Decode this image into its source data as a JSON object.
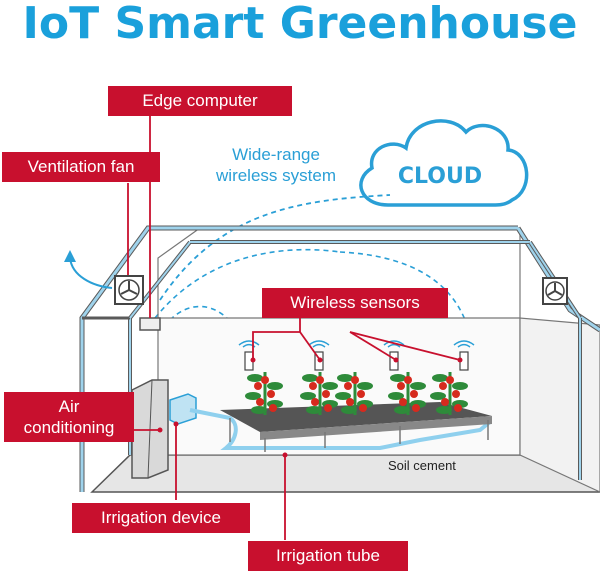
{
  "title": "IoT Smart Greenhouse",
  "colors": {
    "title": "#1aa0db",
    "label_bg": "#c8102e",
    "wireless": "#2a9fd6",
    "frame": "#5a5a5a",
    "frame_glass": "#9fd3ec",
    "plant_leaf": "#2e8b3a",
    "tomato": "#d62a1e"
  },
  "labels": {
    "edge_computer": "Edge computer",
    "ventilation_fan": "Ventilation fan",
    "wireless_sensors": "Wireless sensors",
    "air_conditioning_line1": "Air",
    "air_conditioning_line2": "conditioning",
    "irrigation_device": "Irrigation device",
    "irrigation_tube": "Irrigation tube"
  },
  "wireless_system": {
    "line1": "Wide-range",
    "line2": "wireless system"
  },
  "cloud": {
    "label": "CLOUD"
  },
  "soil_cement": "Soil cement",
  "icons": [
    "cloud-icon",
    "fan-icon",
    "wifi-icon",
    "tomato-plant-icon",
    "sensor-icon"
  ]
}
